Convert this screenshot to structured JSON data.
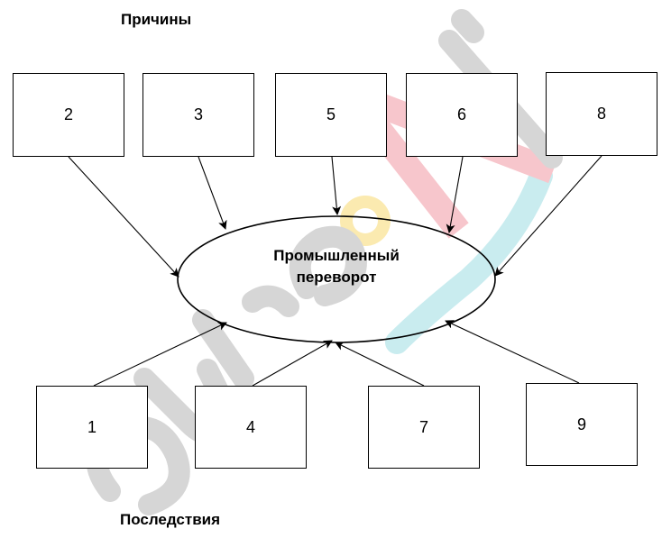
{
  "diagram": {
    "causes_heading": "Причины",
    "effects_heading": "Последствия",
    "center": {
      "line1": "Промышленный",
      "line2": "переворот"
    },
    "cause_boxes": [
      "2",
      "3",
      "5",
      "6",
      "8"
    ],
    "effect_boxes": [
      "1",
      "4",
      "7",
      "9"
    ]
  },
  "watermark": {
    "text": "euroki",
    "colors": {
      "dark": "#d6d6d6",
      "red": "#f7c6cc",
      "yellow": "#fbeab0",
      "teal": "#c9ecef"
    }
  }
}
